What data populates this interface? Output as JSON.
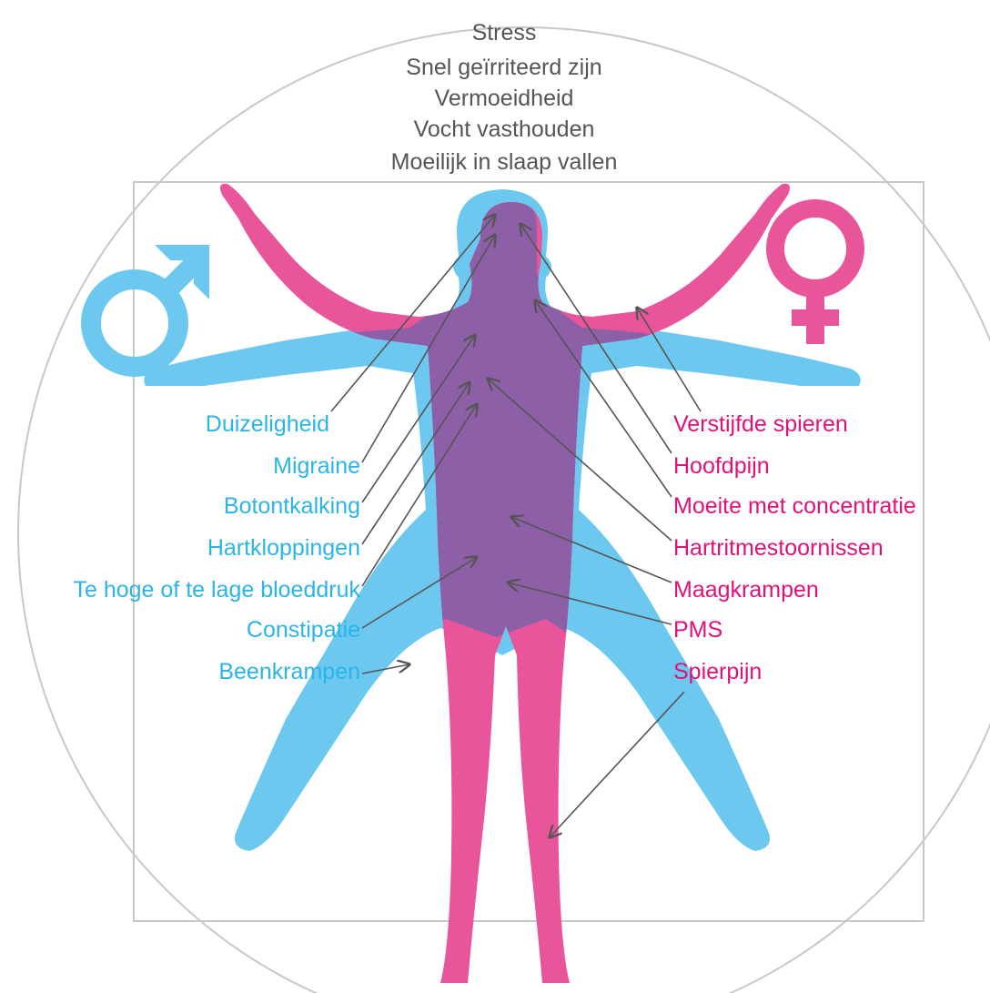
{
  "top_labels": [
    "Stress",
    "Snel geïrriteerd zijn",
    "Vermoeidheid",
    "Vocht vasthouden",
    "Moeilijk in slaap vallen"
  ],
  "male_labels": [
    "Duizeligheid",
    "Migraine",
    "Botontkalking",
    "Hartkloppingen",
    "Te hoge of te lage bloeddruk",
    "Constipatie",
    "Beenkrampen"
  ],
  "female_labels": [
    "Verstijfde spieren",
    "Hoofdpijn",
    "Moeite met concentratie",
    "Hartritmestoornissen",
    "Maagkrampen",
    "PMS",
    "Spierpijn"
  ],
  "colors": {
    "male": "#6cc8ef",
    "male_text": "#2bb5e6",
    "female": "#e9559b",
    "female_text": "#e0127a",
    "overlap": "#8d5fa6",
    "line": "#555555",
    "frame": "#c8c8c8"
  },
  "icons": {
    "male": "mars-symbol-icon",
    "female": "venus-symbol-icon"
  }
}
